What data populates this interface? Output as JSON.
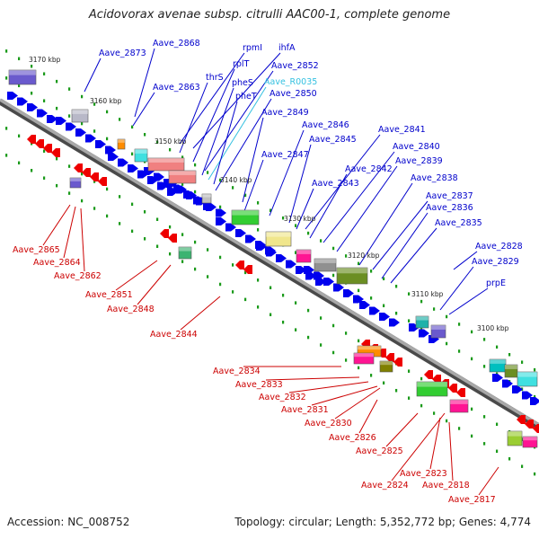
{
  "title": "Acidovorax avenae subsp. citrulli AAC00-1, complete genome",
  "footer": {
    "accession": "Accession: NC_008752",
    "summary": "Topology: circular; Length: 5,352,772 bp; Genes: 4,774"
  },
  "colors": {
    "backbone": "#8c8c8c",
    "forward_gene": "#0000ee",
    "reverse_gene": "#ee0000",
    "forward_label": "#0000cc",
    "reverse_label": "#cc0000",
    "rna_label": "#33c0e0",
    "tick_dot": "#1a9a1a"
  },
  "kbp_ticks": [
    "3170 kbp",
    "3160 kbp",
    "3150 kbp",
    "3140 kbp",
    "3130 kbp",
    "3120 kbp",
    "3110 kbp",
    "3100 kbp"
  ],
  "forward_labels": [
    "Aave_2868",
    "rpmI",
    "ihfA",
    "Aave_2873",
    "rplT",
    "thrS",
    "Aave_2852",
    "Aave_2863",
    "pheS",
    "Aave_R0035",
    "pheT",
    "Aave_2850",
    "Aave_2849",
    "Aave_2846",
    "Aave_2841",
    "Aave_2845",
    "Aave_2840",
    "Aave_2847",
    "Aave_2839",
    "Aave_2842",
    "Aave_2838",
    "Aave_2843",
    "Aave_2837",
    "Aave_2836",
    "Aave_2835",
    "Aave_2828",
    "Aave_2829",
    "prpE"
  ],
  "reverse_labels": [
    "Aave_2865",
    "Aave_2864",
    "Aave_2862",
    "Aave_2851",
    "Aave_2848",
    "Aave_2844",
    "Aave_2834",
    "Aave_2833",
    "Aave_2832",
    "Aave_2831",
    "Aave_2830",
    "Aave_2826",
    "Aave_2825",
    "Aave_2823",
    "Aave_2824",
    "Aave_2818",
    "Aave_2817"
  ]
}
